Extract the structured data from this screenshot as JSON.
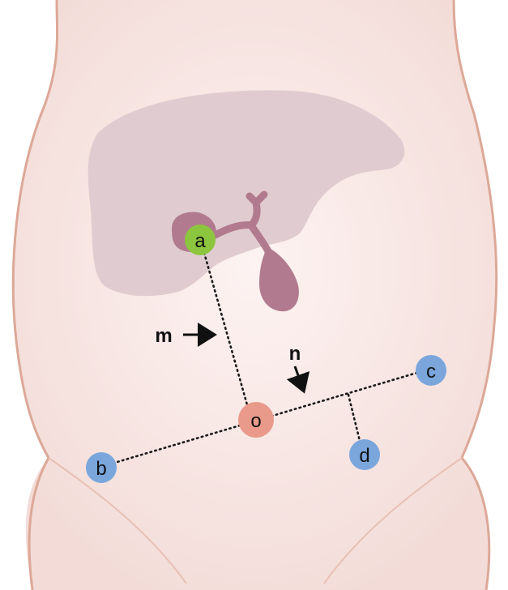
{
  "colors": {
    "skin": "#f8e8e6",
    "skin_edge": "#dca898",
    "liver": "#e0ccd0",
    "biliary": "#b27a8e",
    "node_green": "#8cc63f",
    "node_pink": "#e99a8a",
    "node_blue": "#7aa6dc"
  },
  "nodes": {
    "a": "a",
    "o": "o",
    "b": "b",
    "c": "c",
    "d": "d"
  },
  "pointers": {
    "m": "m",
    "n": "n"
  }
}
